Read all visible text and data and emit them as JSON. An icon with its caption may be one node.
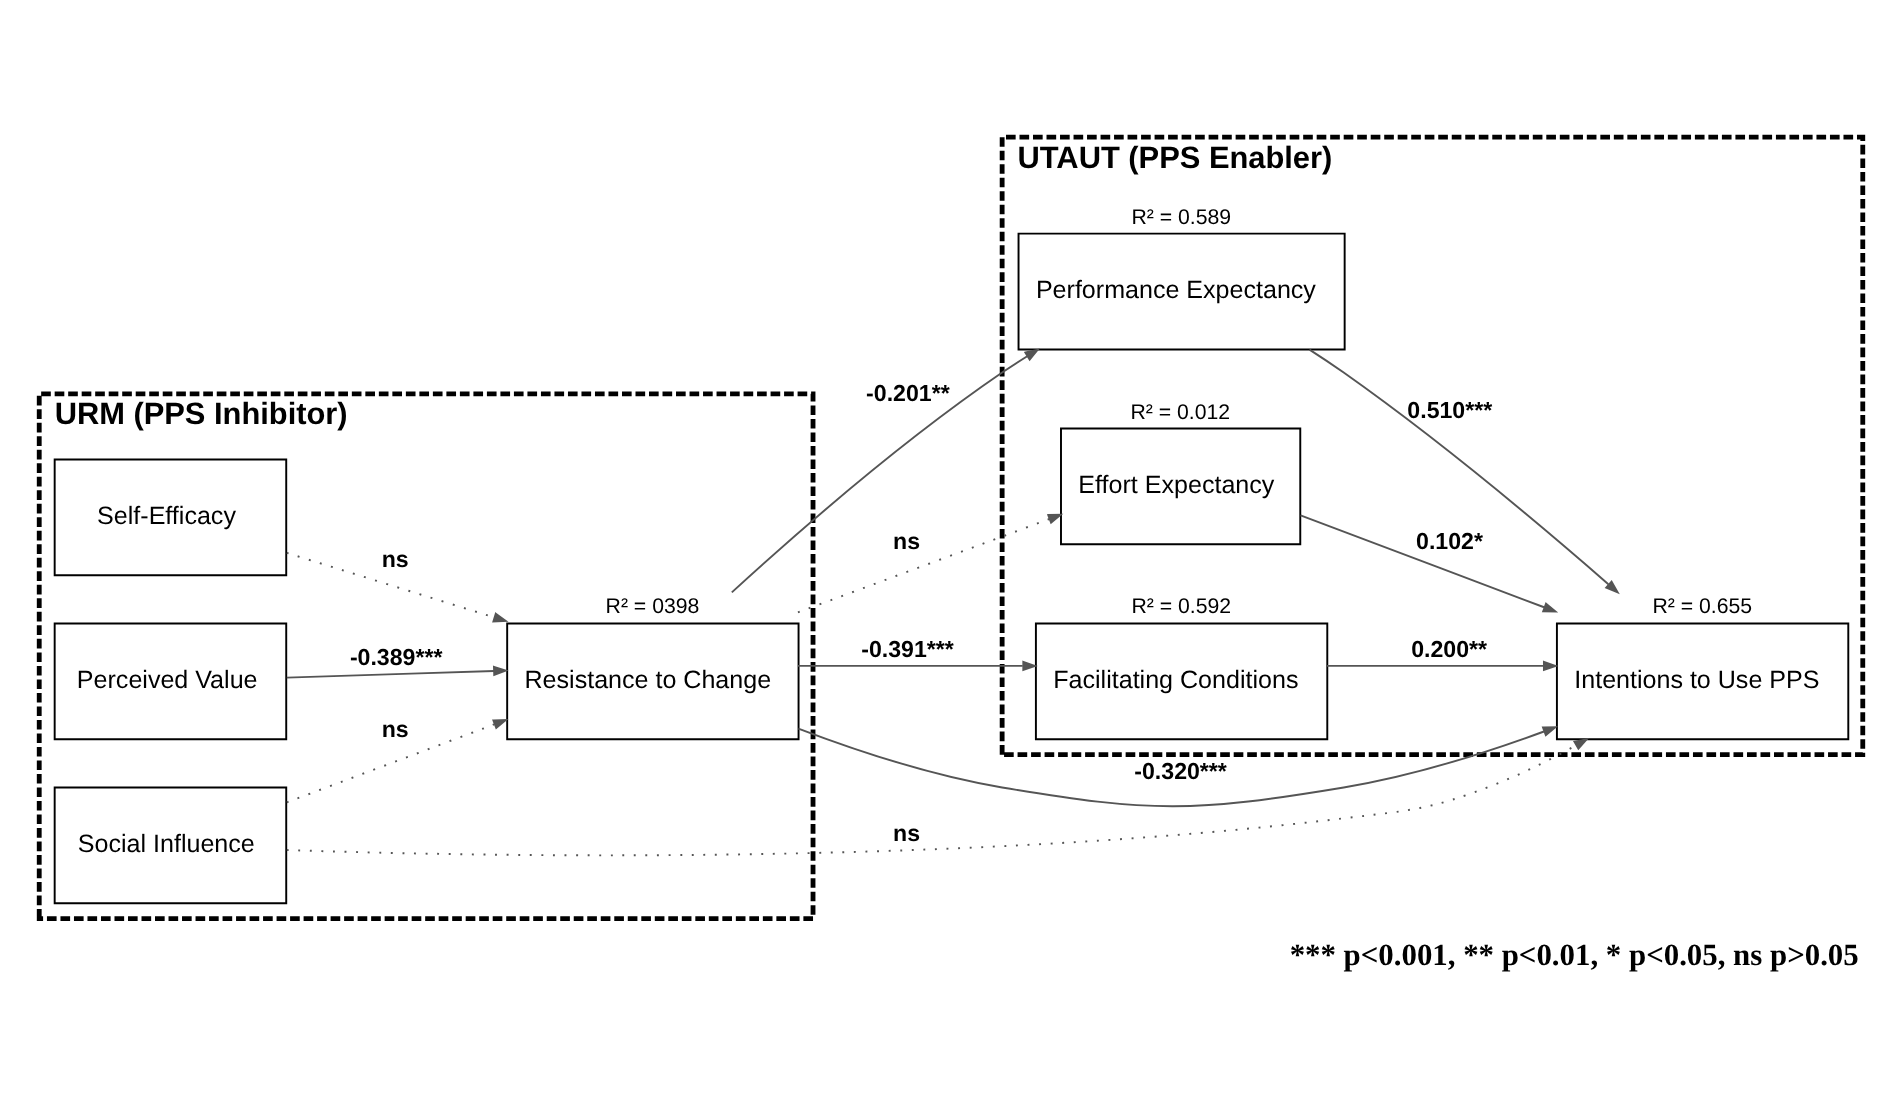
{
  "diagram": {
    "caption": "*** p<0.001, ** p<0.01, * p<0.05, ns p>0.05",
    "nodes": [
      {
        "text": [
          "URM (PPS Inhibitor)"
        ]
      },
      {
        "text": [
          "Self-Efficacy"
        ],
        "in": 0
      },
      {
        "text": [
          "Perceived Value"
        ],
        "in": 0
      },
      {
        "text": [
          "Social Influence"
        ],
        "in": 0
      },
      {
        "text": [
          "Resistance to Change"
        ],
        "in": 0,
        "beside": [
          "R² = 0398"
        ]
      },
      {
        "text": [
          "UTAUT (PPS Enabler)"
        ]
      },
      {
        "text": [
          "Performance Expectancy"
        ],
        "in": 5,
        "beside": [
          "R² = 0.589"
        ]
      },
      {
        "text": [
          "Intentions to Use PPS"
        ],
        "in": 5,
        "beside": [
          "R² = 0.655"
        ]
      },
      {
        "text": [
          "Effort Expectancy"
        ],
        "in": 5,
        "beside": [
          "R² = 0.012"
        ]
      },
      {
        "text": [
          "Facilitating Conditions"
        ],
        "in": 5,
        "beside": [
          "R² = 0.592"
        ]
      }
    ],
    "edges": [
      {
        "from": 1,
        "to": 4,
        "arrow": "to",
        "label": "ns",
        "style": "dashed"
      },
      {
        "from": 2,
        "to": 4,
        "arrow": "to",
        "label": "-0.389***"
      },
      {
        "from": 3,
        "to": 4,
        "arrow": "to",
        "label": "ns",
        "style": "dashed"
      },
      {
        "from": 4,
        "to": 6,
        "arrow": "to",
        "label": "-0.201**"
      },
      {
        "from": 4,
        "to": 7,
        "arrow": "to",
        "label": "-0.320***"
      },
      {
        "from": 4,
        "to": 8,
        "arrow": "to",
        "label": "ns",
        "style": "dashed"
      },
      {
        "from": 4,
        "to": 9,
        "arrow": "to",
        "label": "-0.391***"
      },
      {
        "from": 6,
        "to": 7,
        "arrow": "to",
        "label": "0.510***"
      },
      {
        "from": 8,
        "to": 7,
        "arrow": "to",
        "label": "0.102*"
      },
      {
        "from": 9,
        "to": 7,
        "arrow": "to",
        "label": "0.200**"
      },
      {
        "from": 3,
        "to": 7,
        "arrow": "to",
        "label": "ns",
        "style": "dashed"
      }
    ]
  }
}
